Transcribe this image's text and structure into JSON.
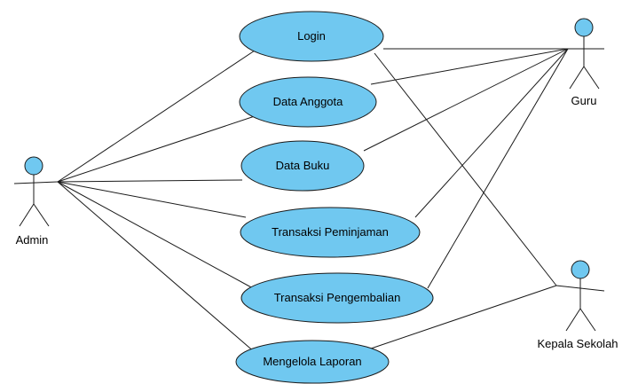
{
  "colors": {
    "usecase_fill": "#70c8f0",
    "line": "#1a1a1a",
    "background": "#ffffff"
  },
  "actors": {
    "admin": {
      "label": "Admin"
    },
    "guru": {
      "label": "Guru"
    },
    "kepala": {
      "label": "Kepala Sekolah"
    }
  },
  "usecases": {
    "login": {
      "label": "Login"
    },
    "anggota": {
      "label": "Data Anggota"
    },
    "buku": {
      "label": "Data Buku"
    },
    "peminjaman": {
      "label": "Transaksi Peminjaman"
    },
    "pengembalian": {
      "label": "Transaksi Pengembalian"
    },
    "laporan": {
      "label": "Mengelola Laporan"
    }
  },
  "associations": [
    [
      "admin",
      "login"
    ],
    [
      "admin",
      "anggota"
    ],
    [
      "admin",
      "buku"
    ],
    [
      "admin",
      "peminjaman"
    ],
    [
      "admin",
      "pengembalian"
    ],
    [
      "admin",
      "laporan"
    ],
    [
      "guru",
      "login"
    ],
    [
      "guru",
      "anggota"
    ],
    [
      "guru",
      "buku"
    ],
    [
      "guru",
      "peminjaman"
    ],
    [
      "guru",
      "pengembalian"
    ],
    [
      "kepala",
      "login"
    ],
    [
      "kepala",
      "laporan"
    ]
  ]
}
